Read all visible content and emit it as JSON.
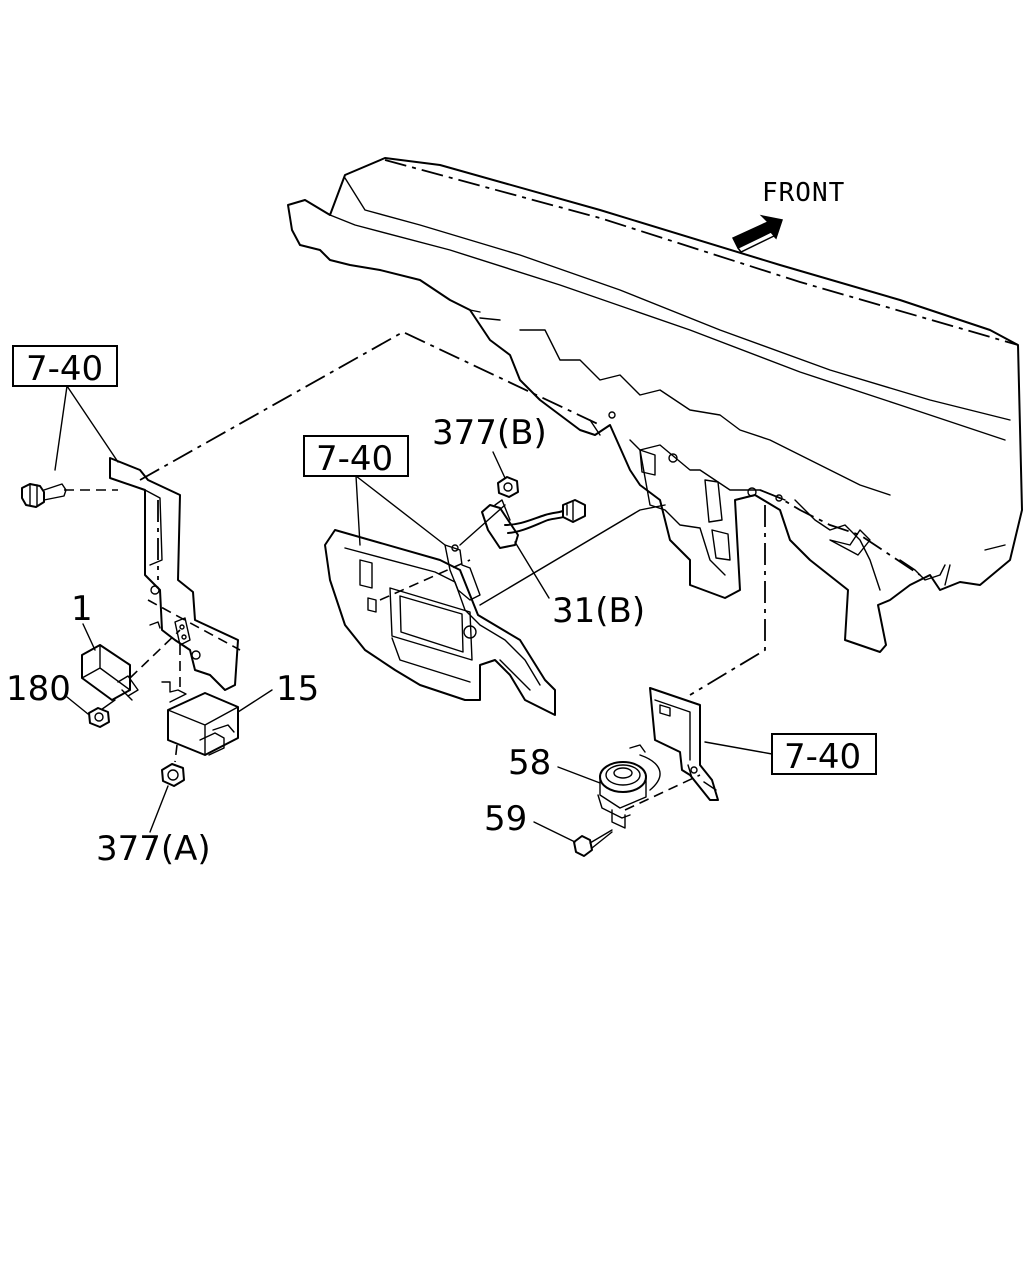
{
  "direction": {
    "label": "FRONT"
  },
  "references": [
    {
      "id": "ref-left",
      "text": "7-40"
    },
    {
      "id": "ref-center",
      "text": "7-40"
    },
    {
      "id": "ref-right",
      "text": "7-40"
    }
  ],
  "callouts": {
    "c377b": "377(B)",
    "c31b": "31(B)",
    "c1": "1",
    "c180": "180",
    "c15": "15",
    "c377a": "377(A)",
    "c58": "58",
    "c59": "59"
  }
}
